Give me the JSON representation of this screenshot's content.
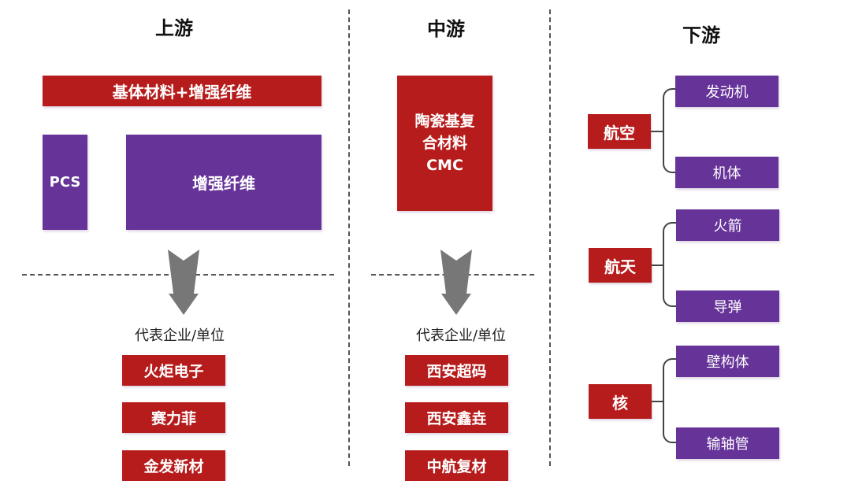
{
  "headers": {
    "upstream": "上游",
    "midstream": "中游",
    "downstream": "下游"
  },
  "upstream": {
    "top_bar": "基体材料+增强纤维",
    "pcs": "PCS",
    "fiber": "增强纤维",
    "rep_label": "代表企业/单位",
    "companies": [
      "火炬电子",
      "赛力菲",
      "金发新材"
    ]
  },
  "midstream": {
    "product_lines": [
      "陶瓷基复",
      "合材料",
      "CMC"
    ],
    "rep_label": "代表企业/单位",
    "companies": [
      "西安超码",
      "西安鑫垚",
      "中航复材"
    ]
  },
  "downstream": {
    "groups": [
      {
        "category": "航空",
        "items": [
          "发动机",
          "机体"
        ]
      },
      {
        "category": "航天",
        "items": [
          "火箭",
          "导弹"
        ]
      },
      {
        "category": "核",
        "items": [
          "壁构体",
          "输轴管"
        ]
      }
    ]
  },
  "colors": {
    "red": "#b71c1c",
    "purple": "#663399",
    "arrow": "#777777",
    "dash": "#555555"
  }
}
